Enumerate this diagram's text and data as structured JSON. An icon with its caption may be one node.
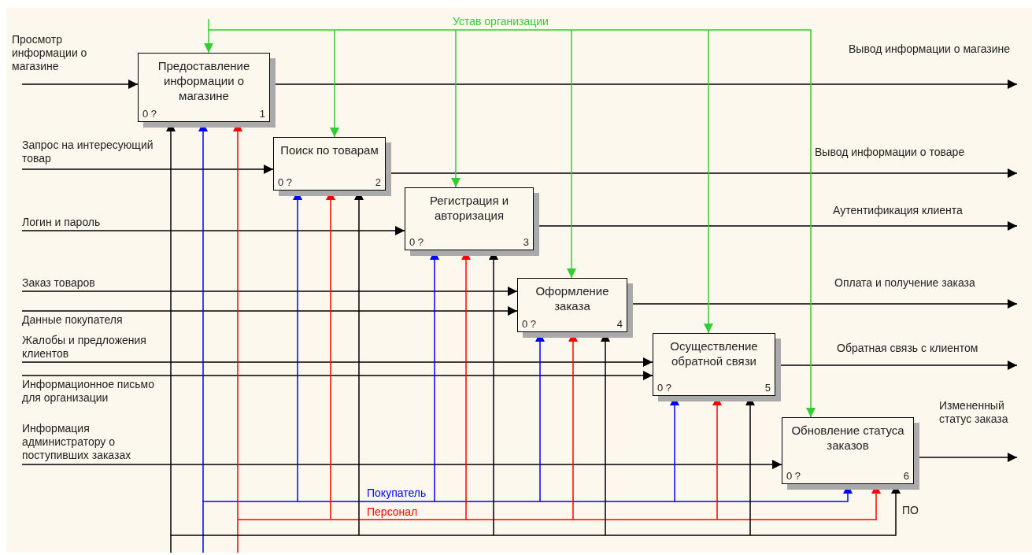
{
  "diagram": {
    "nodes": [
      {
        "text": [
          "Предоставление информации о магазине",
          "0 ?",
          "1"
        ]
      },
      {
        "text": [
          "Поиск по товарам",
          "0 ?",
          "2"
        ]
      },
      {
        "text": [
          "Регистрация и авторизация",
          "0 ?",
          "3"
        ]
      },
      {
        "text": [
          "Оформление заказа",
          "0 ?",
          "4"
        ]
      },
      {
        "text": [
          "Осуществление обратной связи",
          "0 ?",
          "5"
        ]
      },
      {
        "text": [
          "Обновление статуса заказов",
          "0 ?",
          "6"
        ]
      }
    ],
    "edges": [
      {
        "from": null,
        "to": 0,
        "arrow": "to",
        "label": "Просмотр информации о магазине"
      },
      {
        "from": null,
        "to": 1,
        "arrow": "to",
        "label": "Запрос на интересующий товар"
      },
      {
        "from": null,
        "to": 2,
        "arrow": "to",
        "label": "Логин и пароль"
      },
      {
        "from": null,
        "to": 3,
        "arrow": "to",
        "label": "Заказ товаров"
      },
      {
        "from": null,
        "to": 3,
        "arrow": "to",
        "label": "Данные покупателя"
      },
      {
        "from": null,
        "to": 4,
        "arrow": "to",
        "label": "Жалобы и предложения клиентов"
      },
      {
        "from": null,
        "to": 4,
        "arrow": "to",
        "label": "Информационное письмо для организации"
      },
      {
        "from": null,
        "to": 5,
        "arrow": "to",
        "label": "Информация администратору о поступивших заказах"
      },
      {
        "from": 0,
        "to": null,
        "arrow": "to",
        "label": "Вывод информации о магазине"
      },
      {
        "from": 1,
        "to": null,
        "arrow": "to",
        "label": "Вывод информации о товаре"
      },
      {
        "from": 2,
        "to": null,
        "arrow": "to",
        "label": "Аутентификация клиента"
      },
      {
        "from": 3,
        "to": null,
        "arrow": "to",
        "label": "Оплата и получение заказа"
      },
      {
        "from": 4,
        "to": null,
        "arrow": "to",
        "label": "Обратная связь с клиентом"
      },
      {
        "from": 5,
        "to": null,
        "arrow": "to",
        "label": "Измененный статус заказа"
      },
      {
        "from": null,
        "to": 0,
        "arrow": "to",
        "color": "#33cc33"
      },
      {
        "from": null,
        "to": 1,
        "arrow": "to",
        "color": "#33cc33"
      },
      {
        "from": null,
        "to": 2,
        "arrow": "to",
        "color": "#33cc33"
      },
      {
        "from": null,
        "to": 3,
        "arrow": "to",
        "color": "#33cc33"
      },
      {
        "from": null,
        "to": 4,
        "arrow": "to",
        "color": "#33cc33"
      },
      {
        "from": null,
        "to": 5,
        "arrow": "to",
        "color": "#33cc33",
        "label": "Устав организации"
      },
      {
        "from": null,
        "to": 0,
        "arrow": "to",
        "color": "#0000ff"
      },
      {
        "from": null,
        "to": 1,
        "arrow": "to",
        "color": "#0000ff"
      },
      {
        "from": null,
        "to": 2,
        "arrow": "to",
        "color": "#0000ff"
      },
      {
        "from": null,
        "to": 3,
        "arrow": "to",
        "color": "#0000ff"
      },
      {
        "from": null,
        "to": 4,
        "arrow": "to",
        "color": "#0000ff"
      },
      {
        "from": null,
        "to": 5,
        "arrow": "to",
        "color": "#0000ff",
        "label": "Покупатель"
      },
      {
        "from": null,
        "to": 0,
        "arrow": "to",
        "color": "#ff0000"
      },
      {
        "from": null,
        "to": 1,
        "arrow": "to",
        "color": "#ff0000"
      },
      {
        "from": null,
        "to": 2,
        "arrow": "to",
        "color": "#ff0000"
      },
      {
        "from": null,
        "to": 3,
        "arrow": "to",
        "color": "#ff0000"
      },
      {
        "from": null,
        "to": 4,
        "arrow": "to",
        "color": "#ff0000"
      },
      {
        "from": null,
        "to": 5,
        "arrow": "to",
        "color": "#ff0000",
        "label": "Персонал"
      },
      {
        "from": null,
        "to": 0,
        "arrow": "to"
      },
      {
        "from": null,
        "to": 1,
        "arrow": "to"
      },
      {
        "from": null,
        "to": 2,
        "arrow": "to"
      },
      {
        "from": null,
        "to": 3,
        "arrow": "to"
      },
      {
        "from": null,
        "to": 4,
        "arrow": "to"
      },
      {
        "from": null,
        "to": 5,
        "arrow": "to",
        "label": "ПО"
      }
    ]
  }
}
